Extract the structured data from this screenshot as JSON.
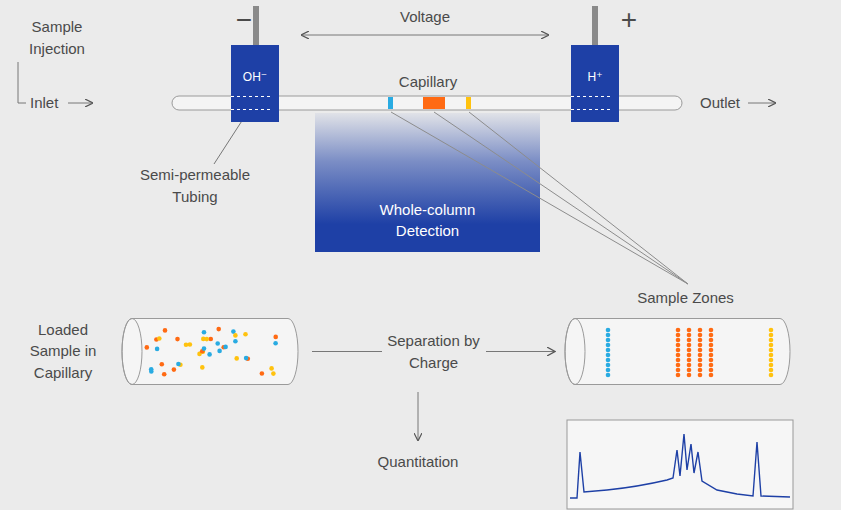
{
  "diagram": {
    "nodes": [
      {
        "text": [
          "OH⁻"
        ]
      },
      {
        "text": [
          "H⁺"
        ]
      },
      {
        "text": [
          "Whole-column Detection"
        ]
      },
      {
        "text": [
          "Loaded Sample in Capillary"
        ]
      },
      {
        "text": [
          "Sample Zones"
        ]
      }
    ],
    "edges": [
      {
        "from": 3,
        "to": 4,
        "arrow": "to",
        "label": "Separation by Charge"
      }
    ],
    "labels": [
      "Sample Injection",
      "Inlet",
      "Outlet",
      "Voltage",
      "−",
      "+",
      "Capillary",
      "Semi-permeable Tubing",
      "Quantitation"
    ]
  }
}
